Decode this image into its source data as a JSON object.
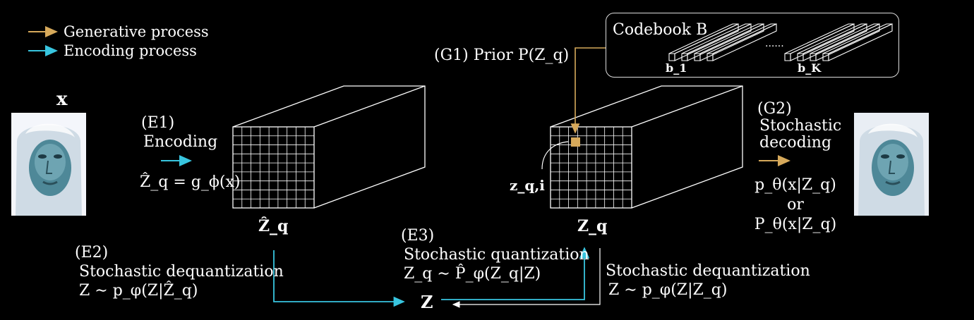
{
  "legend": {
    "generative": {
      "label": "Generative process",
      "color": "#d6a95b"
    },
    "encoding": {
      "label": "Encoding process",
      "color": "#38c5df"
    }
  },
  "colors": {
    "line": "#ffffff",
    "background": "#000000",
    "highlight": "#d6a95b"
  },
  "input": {
    "label": "x"
  },
  "steps": {
    "e1_label": "(E1)",
    "e1_title": "Encoding",
    "e1_formula": "Ẑ_q = g_ϕ(x)",
    "e2_label": "(E2)",
    "e2_title": "Stochastic dequantization",
    "e2_formula": "Z ∼ p_φ(Z|Ẑ_q)",
    "e3_label": "(E3)",
    "e3_title": "Stochastic quantization",
    "e3_formula": "Z_q ∼ P̂_φ(Z_q|Z)",
    "deq_title": "Stochastic dequantization",
    "deq_formula": "Z ∼ p_φ(Z|Z_q)",
    "g1": "(G1) Prior P(Z_q)",
    "g2_label": "(G2)",
    "g2_title1": "Stochastic",
    "g2_title2": "decoding",
    "g2_formula1": "p_θ(x|Z_q)",
    "g2_or": "or",
    "g2_formula2": "P_θ(x|Z_q)"
  },
  "tensors": {
    "left_label": "Ẑ_q",
    "right_label": "Z_q",
    "element_label": "z_q,i",
    "center_label": "Z"
  },
  "codebook": {
    "title": "Codebook B",
    "first": "b_1",
    "last": "b_K",
    "dots": "......"
  }
}
